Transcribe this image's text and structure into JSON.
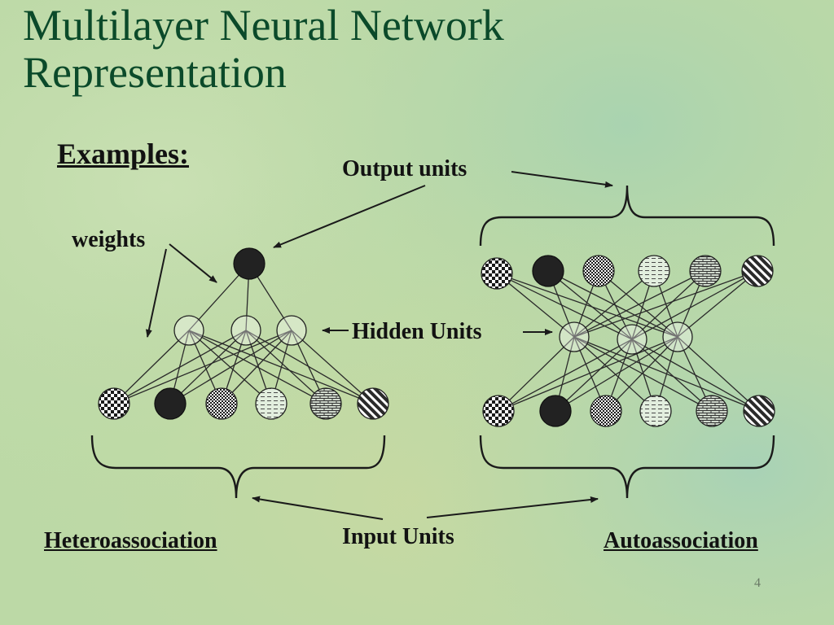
{
  "slide": {
    "title_line1": "Multilayer Neural Network",
    "title_line2": "Representation",
    "page_number": "4"
  },
  "labels": {
    "examples": "Examples:",
    "output_units": "Output units",
    "weights": "weights",
    "hidden_units": "Hidden Units",
    "input_units": "Input Units",
    "heteroassociation": "Heteroassociation",
    "autoassociation": "Autoassociation"
  },
  "colors": {
    "title": "#0b4a2a",
    "background": "#bcd9a6",
    "ink": "#1a1a1a"
  },
  "networks": {
    "hetero": {
      "output_patterns": [
        "solid"
      ],
      "hidden_count": 3,
      "input_patterns": [
        "checker",
        "solid",
        "checker-fine",
        "dashed",
        "brick",
        "diagonal"
      ]
    },
    "auto": {
      "output_patterns": [
        "checker",
        "solid",
        "checker-fine",
        "dashed",
        "brick",
        "diagonal"
      ],
      "hidden_count": 3,
      "input_patterns": [
        "checker",
        "solid",
        "checker-fine",
        "dashed",
        "brick",
        "diagonal"
      ]
    }
  }
}
